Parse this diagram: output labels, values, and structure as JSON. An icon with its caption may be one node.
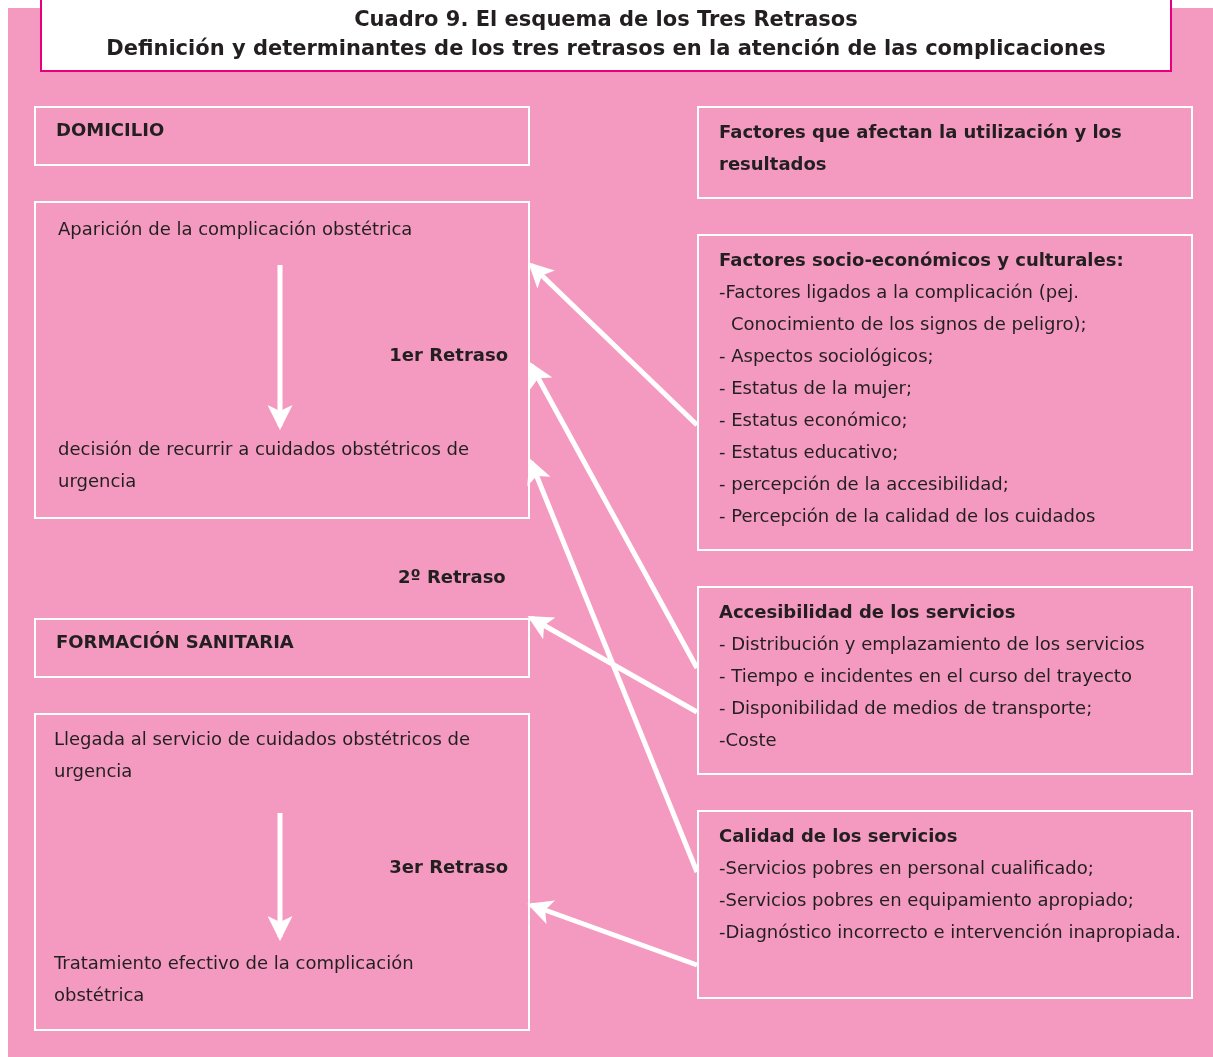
{
  "diagram": {
    "title": "Cuadro 9. El esquema de los Tres Retrasos",
    "nodes": [
      {
        "text": [
          "DOMICILIO"
        ]
      },
      {
        "text": [
          "1er Retraso"
        ]
      },
      {
        "text": [
          "Aparición de la complicación obstétrica"
        ],
        "in": 1
      },
      {
        "text": [
          "decisión de recurrir a cuidados obstétricos de urgencia"
        ],
        "in": 1
      },
      {
        "text": [
          "FORMACIÓN SANITARIA"
        ]
      },
      {
        "text": [
          "3er Retraso"
        ]
      },
      {
        "text": [
          "Llegada al servicio de cuidados obstétricos de urgencia"
        ],
        "in": 5
      },
      {
        "text": [
          "Tratamiento efectivo de la complicación obstétrica"
        ],
        "in": 5
      },
      {
        "text": [
          "Factores que afectan la utilización y los resultados"
        ]
      },
      {
        "text": [
          "Factores socio-económicos y culturales:",
          "-Factores ligados a la complicación (pej. Conocimiento de los signos de peligro);",
          "- Aspectos sociológicos;",
          "- Estatus de la mujer;",
          "- Estatus económico;",
          "- Estatus educativo;",
          "- percepción de la accesibilidad;",
          "- Percepción de la calidad de los cuidados"
        ]
      },
      {
        "text": [
          "Accesibilidad de los servicios",
          "- Distribución y emplazamiento de los servicios",
          "- Tiempo e incidentes en el curso del trayecto",
          "- Disponibilidad de medios de transporte;",
          "-Coste"
        ]
      },
      {
        "text": [
          "Calidad de los servicios",
          "-Servicios pobres en personal cualificado;",
          "-Servicios pobres en equipamiento apropiado;",
          "-Diagnóstico incorrecto e intervención inapropiada."
        ]
      }
    ],
    "edges": [
      {
        "from": 2,
        "to": 3,
        "arrow": "to"
      },
      {
        "from": 6,
        "to": 7,
        "arrow": "to"
      },
      {
        "from": 9,
        "to": 1,
        "arrow": "to"
      },
      {
        "from": 10,
        "to": 1,
        "arrow": "to"
      },
      {
        "from": 10,
        "to": 4,
        "arrow": "to"
      },
      {
        "from": 11,
        "to": 1,
        "arrow": "to"
      },
      {
        "from": 11,
        "to": 5,
        "arrow": "to"
      }
    ],
    "labels": [
      "Definición y determinantes de los tres retrasos en la atención de las complicaciones",
      "2º Retraso"
    ]
  }
}
